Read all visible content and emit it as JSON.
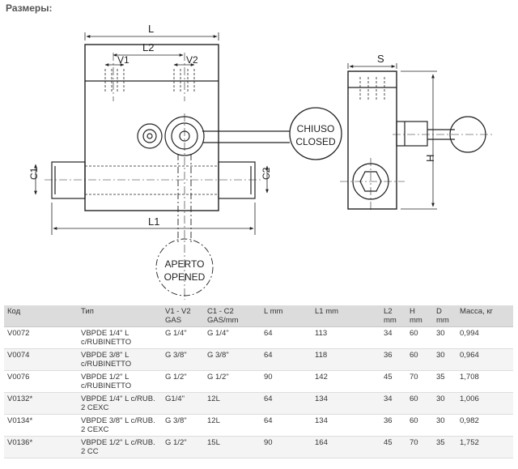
{
  "page": {
    "heading": "Размеры:"
  },
  "drawing": {
    "dims": {
      "L": "L",
      "L2": "L2",
      "V1": "V1",
      "V2": "V2",
      "C1": "C1",
      "C2": "C2",
      "L1": "L1",
      "S": "S",
      "H": "H"
    },
    "labels": {
      "closed_1": "CHIUSO",
      "closed_2": "CLOSED",
      "open_1": "APERTO",
      "open_2": "OPENED"
    }
  },
  "table": {
    "headers": [
      [
        "Код"
      ],
      [
        "Тип"
      ],
      [
        "V1 - V2",
        "GAS"
      ],
      [
        "C1 - C2",
        "GAS/mm"
      ],
      [
        "L mm"
      ],
      [
        "L1 mm"
      ],
      [
        "L2",
        "mm"
      ],
      [
        "H mm"
      ],
      [
        "D",
        "mm"
      ],
      [
        "Масса, кг"
      ]
    ],
    "rows": [
      [
        [
          "V0072"
        ],
        [
          "VBPDE 1/4\" L",
          "c/RUBINETTO"
        ],
        [
          "G 1/4\""
        ],
        [
          "G 1/4\""
        ],
        [
          "64"
        ],
        [
          "113"
        ],
        [
          "34"
        ],
        [
          "60"
        ],
        [
          "30"
        ],
        [
          "0,994"
        ]
      ],
      [
        [
          "V0074"
        ],
        [
          "VBPDE 3/8\" L",
          "c/RUBINETTO"
        ],
        [
          "G 3/8\""
        ],
        [
          "G 3/8\""
        ],
        [
          "64"
        ],
        [
          "118"
        ],
        [
          "36"
        ],
        [
          "60"
        ],
        [
          "30"
        ],
        [
          "0,964"
        ]
      ],
      [
        [
          "V0076"
        ],
        [
          "VBPDE 1/2\" L",
          "c/RUBINETTO"
        ],
        [
          "G 1/2\""
        ],
        [
          "G 1/2\""
        ],
        [
          "90"
        ],
        [
          "142"
        ],
        [
          "45"
        ],
        [
          "70"
        ],
        [
          "35"
        ],
        [
          "1,708"
        ]
      ],
      [
        [
          "V0132*"
        ],
        [
          "VBPDE 1/4\" L c/RUB.",
          "2 CEXC"
        ],
        [
          "G1/4\""
        ],
        [
          "12L"
        ],
        [
          "64"
        ],
        [
          "134"
        ],
        [
          "34"
        ],
        [
          "60"
        ],
        [
          "30"
        ],
        [
          "1,006"
        ]
      ],
      [
        [
          "V0134*"
        ],
        [
          "VBPDE 3/8\" L c/RUB.",
          "2 CEXC"
        ],
        [
          "G 3/8\""
        ],
        [
          "12L"
        ],
        [
          "64"
        ],
        [
          "134"
        ],
        [
          "36"
        ],
        [
          "60"
        ],
        [
          "30"
        ],
        [
          "0,982"
        ]
      ],
      [
        [
          "V0136*"
        ],
        [
          "VBPDE 1/2\" L c/RUB.",
          "2 CC"
        ],
        [
          "G 1/2\""
        ],
        [
          "15L"
        ],
        [
          "90"
        ],
        [
          "164"
        ],
        [
          "45"
        ],
        [
          "70"
        ],
        [
          "35"
        ],
        [
          "1,752"
        ]
      ]
    ]
  }
}
